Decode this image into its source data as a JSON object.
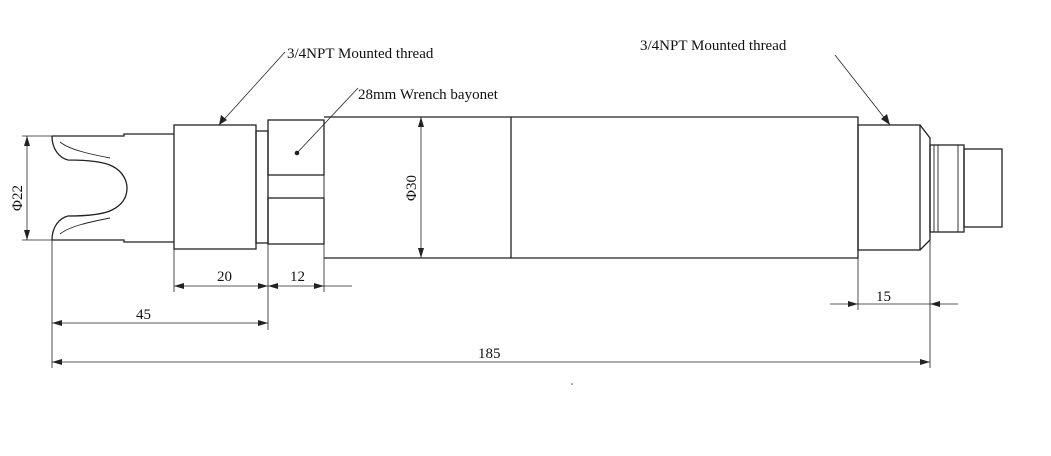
{
  "callouts": {
    "left_thread": "3/4NPT Mounted thread",
    "wrench": "28mm Wrench bayonet",
    "right_thread": "3/4NPT Mounted thread"
  },
  "dimensions": {
    "d22": "Φ22",
    "d30": "Φ30",
    "l20": "20",
    "l12": "12",
    "l45": "45",
    "l15": "15",
    "l185": "185"
  },
  "colors": {
    "line": "#222222",
    "text": "#111111",
    "background": "#ffffff"
  }
}
